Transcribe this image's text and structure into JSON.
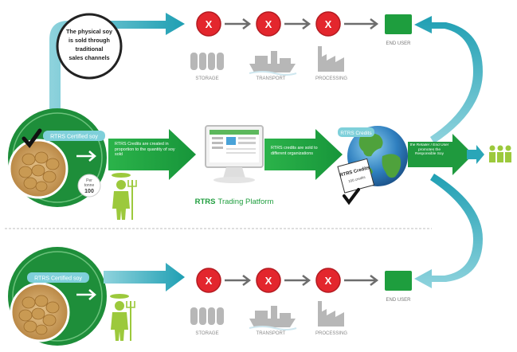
{
  "callout": {
    "text_line1": "The physical soy",
    "text_line2": "is sold through",
    "text_line3": "traditional",
    "text_line4": "sales channels"
  },
  "chain_top": {
    "cross_symbol": "X",
    "end_user": "END USER",
    "storage": "STORAGE",
    "transport": "TRANSPORT",
    "processing": "PROCESSING"
  },
  "chain_bottom": {
    "cross_symbol": "X",
    "end_user": "END USER",
    "storage": "STORAGE",
    "transport": "TRANSPORT",
    "processing": "PROCESSING"
  },
  "producer_top": {
    "badge": "RTRS Certified soy",
    "tag_line1": "Per",
    "tag_line2": "tonne",
    "tag_value": "100"
  },
  "producer_bottom": {
    "badge": "RTRS Certified soy"
  },
  "arrow1": {
    "text": "RTRS Credits are created in proportion to the quantity of soy sold"
  },
  "platform": {
    "label_bold": "RTRS",
    "label_rest": "Trading Platform"
  },
  "arrow2": {
    "text": "RTRS credits are sold to different organizations"
  },
  "globe": {
    "badge": "RTRS Credits",
    "ticket_title": "RTRS Credits",
    "ticket_sub": "100 credits"
  },
  "arrow3": {
    "text": "the Retailer / End User promotes the Responsible Soy"
  },
  "colors": {
    "green": "#21a43c",
    "dark_green": "#127a2b",
    "teal": "#2aa6b8",
    "red": "#e3262d",
    "grey": "#b7b7b7"
  }
}
